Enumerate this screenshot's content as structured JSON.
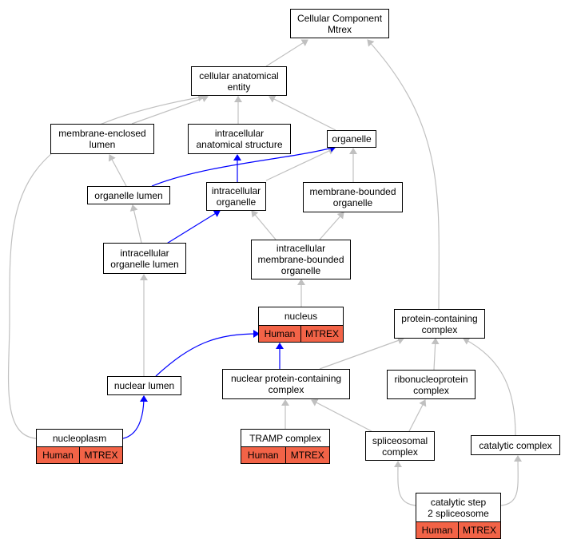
{
  "colors": {
    "gray_edge": "#c0c0c0",
    "blue_edge": "#0000ff",
    "annotation_fill": "#f26347"
  },
  "nodes": {
    "cellular_component": {
      "label": "Cellular Component\nMtrex"
    },
    "cellular_anatomical_entity": {
      "label": "cellular anatomical\nentity"
    },
    "membrane_enclosed_lumen": {
      "label": "membrane-enclosed\nlumen"
    },
    "intracellular_anatomical_structure": {
      "label": "intracellular\nanatomical structure"
    },
    "organelle": {
      "label": "organelle"
    },
    "organelle_lumen": {
      "label": "organelle lumen"
    },
    "intracellular_organelle": {
      "label": "intracellular\norganelle"
    },
    "membrane_bounded_organelle": {
      "label": "membrane-bounded\norganelle"
    },
    "intracellular_organelle_lumen": {
      "label": "intracellular\norganelle lumen"
    },
    "intracellular_membrane_bounded_organelle": {
      "label": "intracellular\nmembrane-bounded\norganelle"
    },
    "nucleus": {
      "label": "nucleus",
      "species": "Human",
      "gene": "MTREX"
    },
    "protein_containing_complex": {
      "label": "protein-containing\ncomplex"
    },
    "nuclear_lumen": {
      "label": "nuclear lumen"
    },
    "nuclear_protein_containing_complex": {
      "label": "nuclear protein-containing\ncomplex"
    },
    "ribonucleoprotein_complex": {
      "label": "ribonucleoprotein\ncomplex"
    },
    "nucleoplasm": {
      "label": "nucleoplasm",
      "species": "Human",
      "gene": "MTREX"
    },
    "tramp_complex": {
      "label": "TRAMP complex",
      "species": "Human",
      "gene": "MTREX"
    },
    "spliceosomal_complex": {
      "label": "spliceosomal\ncomplex"
    },
    "catalytic_complex": {
      "label": "catalytic complex"
    },
    "catalytic_step_2_spliceosome": {
      "label": "catalytic step\n2 spliceosome",
      "species": "Human",
      "gene": "MTREX"
    }
  }
}
